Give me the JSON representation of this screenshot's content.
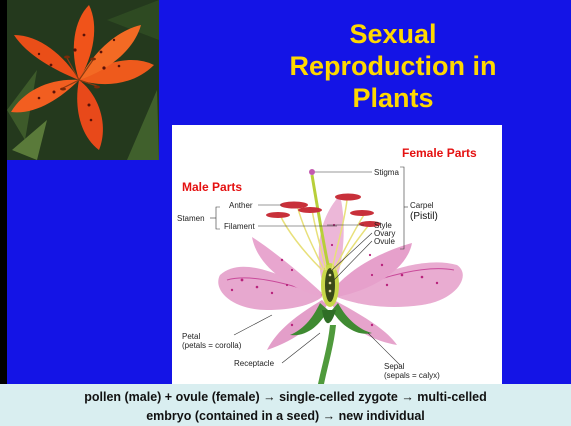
{
  "title": {
    "line1": "Sexual",
    "line2": "Reproduction in",
    "line3": "Plants"
  },
  "diagram": {
    "female_header": "Female Parts",
    "male_header": "Male Parts",
    "labels": {
      "stigma": "Stigma",
      "carpel": "Carpel",
      "pistil": "(Pistil)",
      "anther": "Anther",
      "stamen": "Stamen",
      "filament": "Filament",
      "style": "Style",
      "ovary": "Ovary",
      "ovule": "Ovule",
      "petal": "Petal",
      "petals_note": "(petals = corolla)",
      "receptacle": "Receptacle",
      "sepal": "Sepal",
      "sepals_note": "(sepals = calyx)"
    }
  },
  "caption": {
    "line1": "pollen (male) + ovule (female) → single-celled zygote → multi-celled",
    "line2": "embryo (contained in a seed) → new individual"
  },
  "colors": {
    "background": "#1414e6",
    "title": "#ffd800",
    "header_red": "#e41010",
    "caption_bg": "#d9eef0"
  }
}
